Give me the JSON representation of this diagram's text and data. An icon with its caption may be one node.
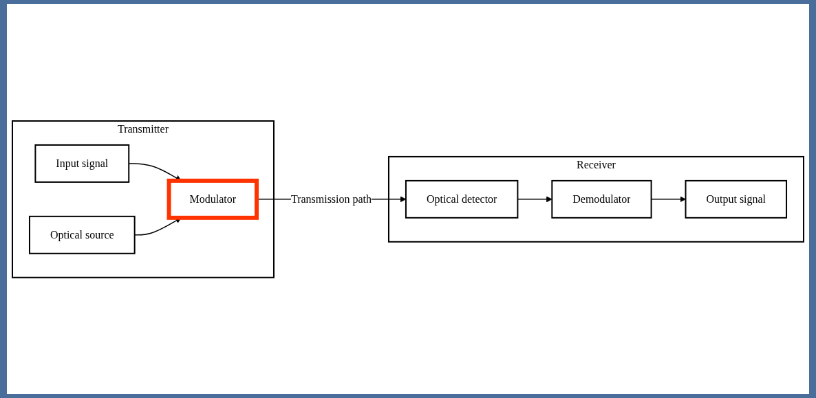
{
  "diagram": {
    "nodes": [
      {
        "text": [
          "Transmitter"
        ]
      },
      {
        "text": [
          "Input signal"
        ],
        "in": 0
      },
      {
        "text": [
          "Optical source"
        ],
        "in": 0
      },
      {
        "text": [
          "Modulator"
        ],
        "in": 0
      },
      {
        "text": [
          "Receiver"
        ]
      },
      {
        "text": [
          "Optical detector"
        ],
        "in": 4
      },
      {
        "text": [
          "Demodulator"
        ],
        "in": 4
      },
      {
        "text": [
          "Output signal"
        ],
        "in": 4
      }
    ],
    "edges": [
      {
        "from": 1,
        "to": 3,
        "arrow": "to"
      },
      {
        "from": 2,
        "to": 3,
        "arrow": "to"
      },
      {
        "from": 3,
        "to": 5,
        "arrow": "to",
        "label": "Transmission path"
      },
      {
        "from": 5,
        "to": 6,
        "arrow": "to"
      },
      {
        "from": 6,
        "to": 7,
        "arrow": "to"
      }
    ]
  }
}
